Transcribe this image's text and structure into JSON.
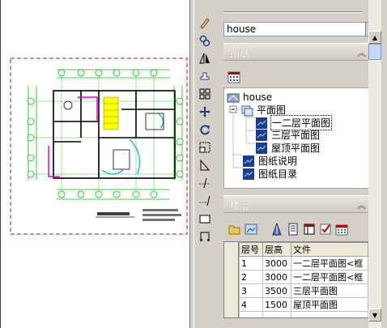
{
  "panel": {
    "close_glyph": "×",
    "combo_value": "house",
    "drawings_section": "图纸",
    "floors_section": "楼层",
    "chevron": "︽"
  },
  "tree": {
    "root": "house",
    "nodes": [
      {
        "label": "平面图"
      },
      {
        "label": "一二层平面图"
      },
      {
        "label": "三层平面图"
      },
      {
        "label": "屋顶平面图"
      },
      {
        "label": "图纸说明"
      },
      {
        "label": "图纸目录"
      }
    ]
  },
  "grid": {
    "headers": [
      "层号",
      "层高",
      "文件"
    ],
    "rows": [
      [
        "1",
        "3000",
        "一二层平面图<框"
      ],
      [
        "2",
        "3000",
        "一二层平面图<框"
      ],
      [
        "3",
        "3500",
        "三层平面图"
      ],
      [
        "4",
        "1500",
        "屋顶平面图"
      ]
    ]
  },
  "colors": {
    "cad_green": "#00c000",
    "cad_magenta": "#e000e0",
    "cad_red": "#e00000",
    "cad_yellow": "#ffff00",
    "panel_bg": "#d4d0c8"
  },
  "icons": [
    "pen-icon",
    "link-icon",
    "mirror-icon",
    "stamp-icon",
    "array-icon",
    "move-icon",
    "rotate-icon",
    "scale-icon",
    "stretch-icon",
    "trim-icon",
    "extend-icon",
    "rect-icon",
    "corner-icon"
  ]
}
